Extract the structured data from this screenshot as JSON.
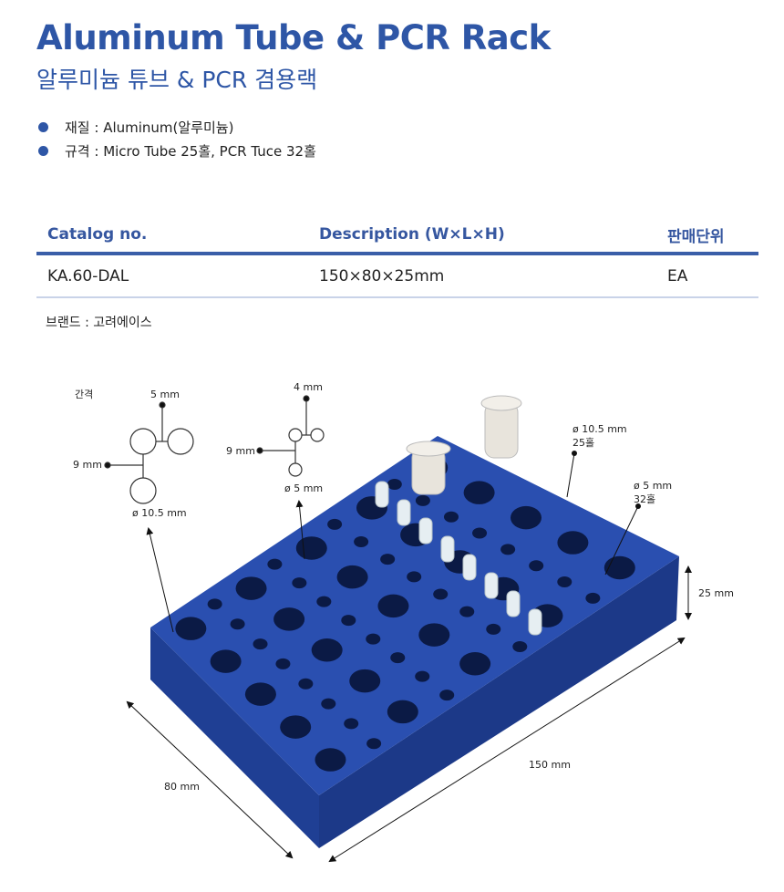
{
  "header": {
    "title": "Aluminum Tube & PCR Rack",
    "subtitle": "알루미늄 튜브 & PCR 겸용랙"
  },
  "specs": [
    {
      "text": "재질 : Aluminum(알루미늄)"
    },
    {
      "text": "규격 : Micro Tube 25홀, PCR Tuce 32홀"
    }
  ],
  "table": {
    "headers": [
      "Catalog no.",
      "Description (W×L×H)",
      "판매단위"
    ],
    "rows": [
      [
        "KA.60-DAL",
        "150×80×25mm",
        "EA"
      ]
    ]
  },
  "brand": "브랜드 : 고려에이스",
  "diagram": {
    "spacing_label": "간격",
    "large": {
      "gap": "5 mm",
      "pitch": "9 mm",
      "diameter": "ø 10.5 mm"
    },
    "small": {
      "gap": "4 mm",
      "pitch": "9 mm",
      "diameter": "ø 5 mm"
    },
    "callout_large": {
      "diameter": "ø 10.5 mm",
      "holes": "25홀"
    },
    "callout_small": {
      "diameter": "ø 5 mm",
      "holes": "32홀"
    },
    "height": "25 mm",
    "length": "150 mm",
    "width": "80 mm"
  },
  "colors": {
    "accent": "#2e56a6",
    "rack": "#2a4fb0"
  }
}
